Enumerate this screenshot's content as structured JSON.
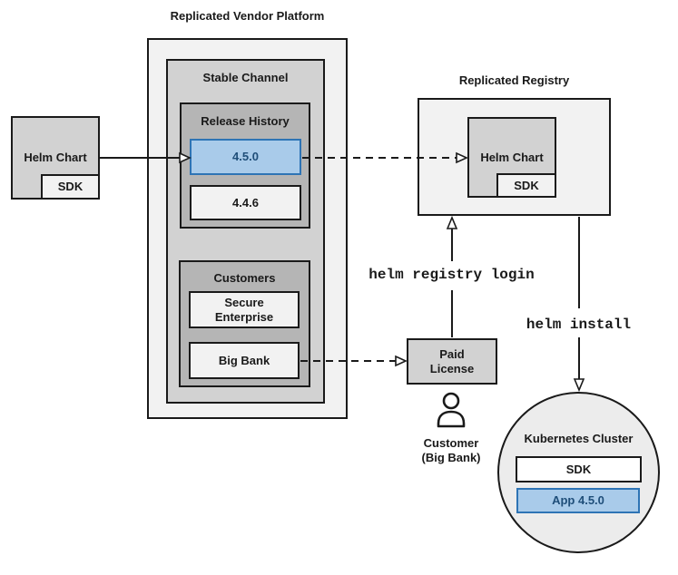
{
  "colors": {
    "highlight_fill": "#a9cbea",
    "highlight_border": "#2e74b5",
    "highlight_text": "#1f4e79",
    "box_light": "#f2f2f2",
    "box_medium": "#d2d2d2",
    "box_dark": "#b5b5b5",
    "cluster_fill": "#ececec"
  },
  "vendor_platform": {
    "title": "Replicated Vendor Platform",
    "stable_channel": {
      "label": "Stable Channel",
      "release_history": {
        "label": "Release History",
        "releases": [
          {
            "version": "4.5.0",
            "highlighted": true
          },
          {
            "version": "4.4.6",
            "highlighted": false
          }
        ]
      },
      "customers": {
        "label": "Customers",
        "items": [
          {
            "name": "Secure\nEnterprise"
          },
          {
            "name": "Big Bank"
          }
        ]
      }
    }
  },
  "helm_chart_source": {
    "label": "Helm Chart",
    "sdk": "SDK"
  },
  "registry": {
    "title": "Replicated Registry",
    "helm_chart": {
      "label": "Helm Chart",
      "sdk": "SDK"
    }
  },
  "paid_license": {
    "label": "Paid\nLicense"
  },
  "customer": {
    "label": "Customer\n(Big Bank)"
  },
  "kubernetes_cluster": {
    "label": "Kubernetes Cluster",
    "sdk": "SDK",
    "app": "App 4.5.0"
  },
  "commands": {
    "registry_login": "helm registry login",
    "install": "helm install"
  }
}
